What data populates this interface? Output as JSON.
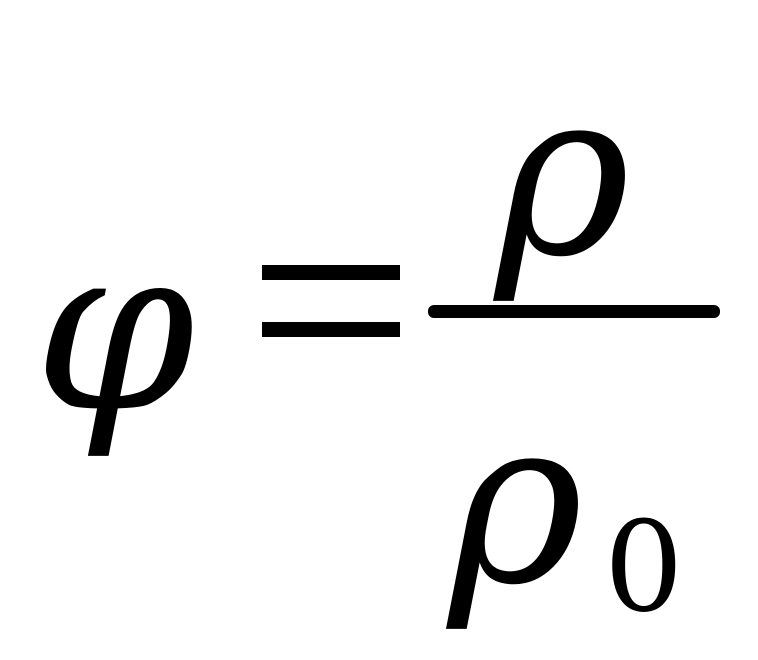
{
  "formula": {
    "lhs": "φ",
    "operator": "=",
    "numerator": "ρ",
    "denominator": "ρ",
    "denominator_subscript": "0"
  }
}
